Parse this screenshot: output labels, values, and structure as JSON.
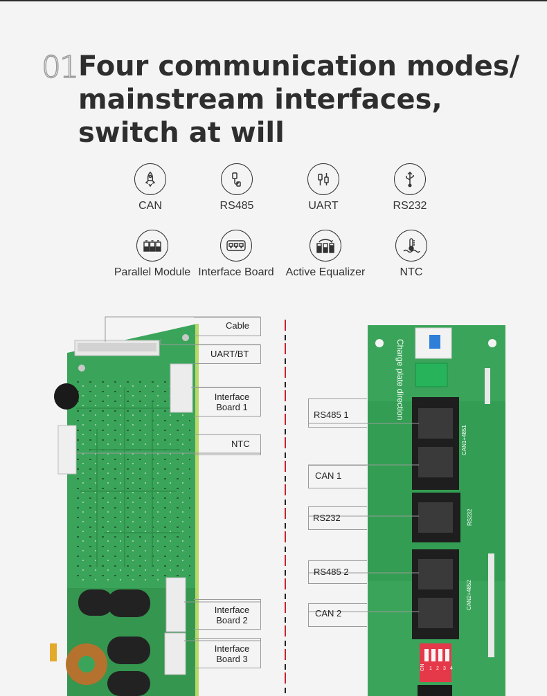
{
  "heading": {
    "number": "01",
    "title": "Four communication modes/ mainstream interfaces, switch at will"
  },
  "features": [
    {
      "icon": "rocket-icon",
      "label": "CAN"
    },
    {
      "icon": "rs485-connector-icon",
      "label": "RS485"
    },
    {
      "icon": "uart-plug-icon",
      "label": "UART"
    },
    {
      "icon": "usb-icon",
      "label": "RS232"
    },
    {
      "icon": "battery-modules-icon",
      "label": "Parallel Module"
    },
    {
      "icon": "interface-ports-icon",
      "label": "Interface Board"
    },
    {
      "icon": "equalizer-icon",
      "label": "Active Equalizer"
    },
    {
      "icon": "thermometer-icon",
      "label": "NTC"
    }
  ],
  "left_board_labels": [
    "Cable",
    "UART/BT",
    "Interface Board 1",
    "NTC",
    "Interface Board 2",
    "Interface Board 3"
  ],
  "right_board_labels": [
    "RS485 1",
    "CAN 1",
    "RS232",
    "RS485 2",
    "CAN 2"
  ],
  "board_print": {
    "direction": "Charge plate direction",
    "can1": "CAN1+4851",
    "rs232": "RS232",
    "can2": "CAN2+4852",
    "dip_on": "ON",
    "dip_nums": [
      "1",
      "2",
      "3",
      "4"
    ]
  },
  "colors": {
    "pcb": "#3aa55a",
    "pcb_dark": "#2b8a47",
    "divider_red": "#c8232c",
    "text": "#333333"
  }
}
